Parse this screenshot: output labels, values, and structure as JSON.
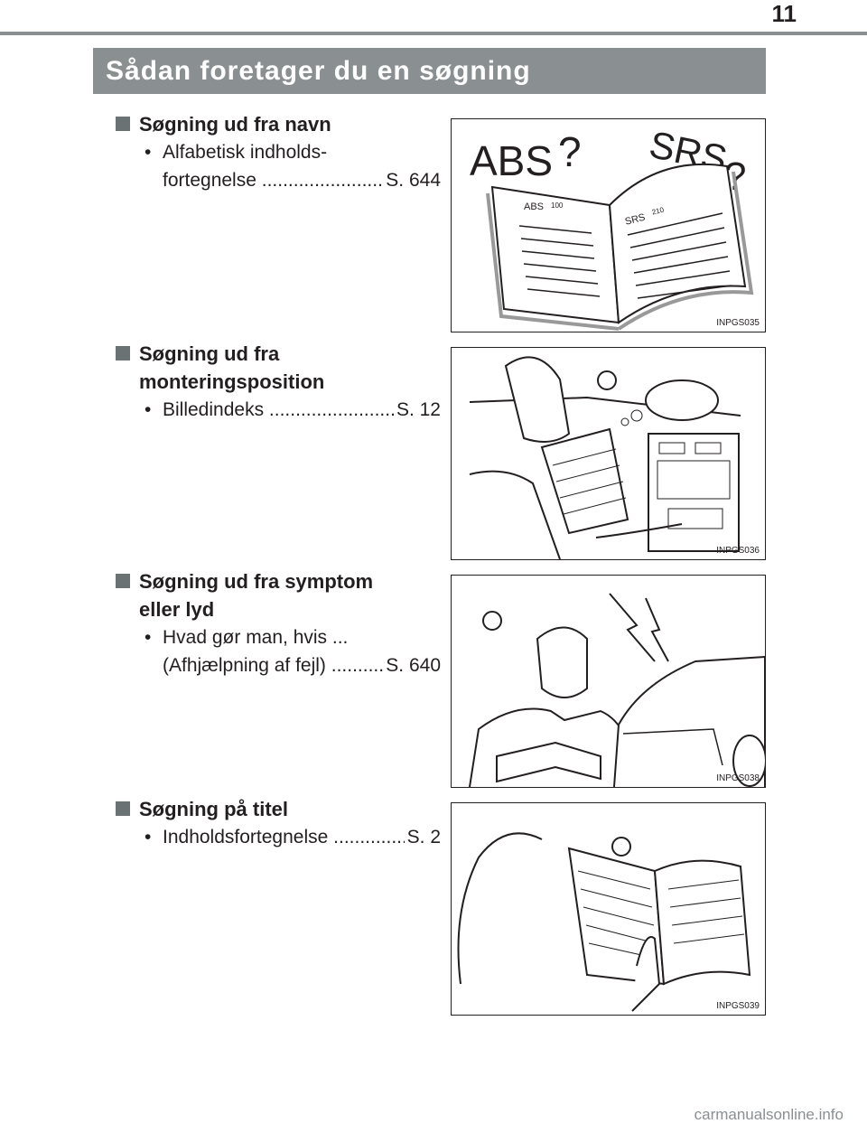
{
  "page": {
    "number": "11",
    "title": "Sådan foretager du en søgning",
    "watermark": "carmanualsonline.info"
  },
  "sections": [
    {
      "heading_lines": [
        "Søgning ud fra navn"
      ],
      "entry_lines": [
        "Alfabetisk indholds-"
      ],
      "entry_fill": "fortegnelse",
      "entry_ref": "S. 644",
      "figure": {
        "code": "INPGS035",
        "labels": [
          "ABS",
          "?",
          "SRS",
          "?",
          "ABS",
          "100",
          "SRS",
          "210"
        ]
      }
    },
    {
      "heading_lines": [
        "Søgning ud fra",
        "monteringsposition"
      ],
      "entry_lines": [],
      "entry_fill": "Billedindeks",
      "entry_ref": "S. 12",
      "figure": {
        "code": "INPGS036"
      }
    },
    {
      "heading_lines": [
        "Søgning ud fra symptom",
        "eller lyd"
      ],
      "entry_lines": [
        "Hvad gør man, hvis ..."
      ],
      "entry_fill": "(Afhjælpning af fejl)",
      "entry_ref": "S. 640",
      "figure": {
        "code": "INPGS038"
      }
    },
    {
      "heading_lines": [
        "Søgning på titel"
      ],
      "entry_lines": [],
      "entry_fill": "Indholdsfortegnelse",
      "entry_ref": "S. 2",
      "figure": {
        "code": "INPGS039"
      }
    }
  ]
}
